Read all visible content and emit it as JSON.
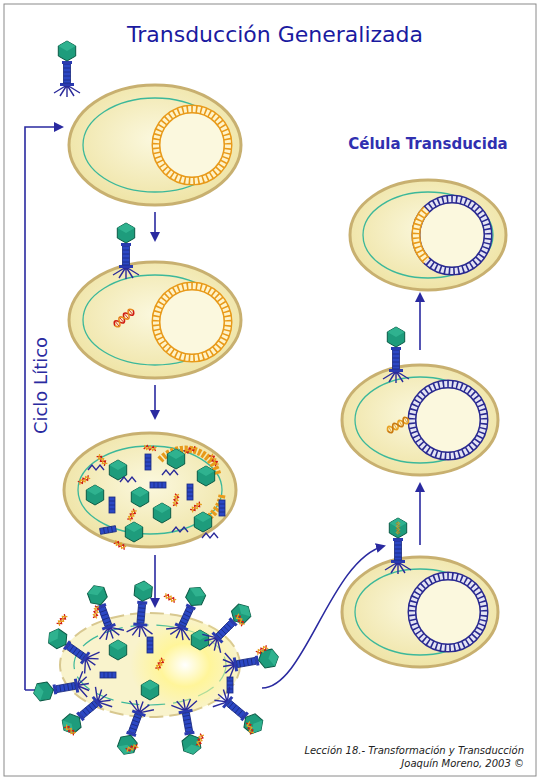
{
  "diagram": {
    "title": "Transducción Generalizada",
    "caption": "Lección 18.- Transformación y Transducción Joaquín Moreno, 2003 ©",
    "nodes": [
      {
        "text": [
          "Célula Transducida"
        ]
      }
    ],
    "labels": [
      "Ciclo Lítico"
    ]
  }
}
